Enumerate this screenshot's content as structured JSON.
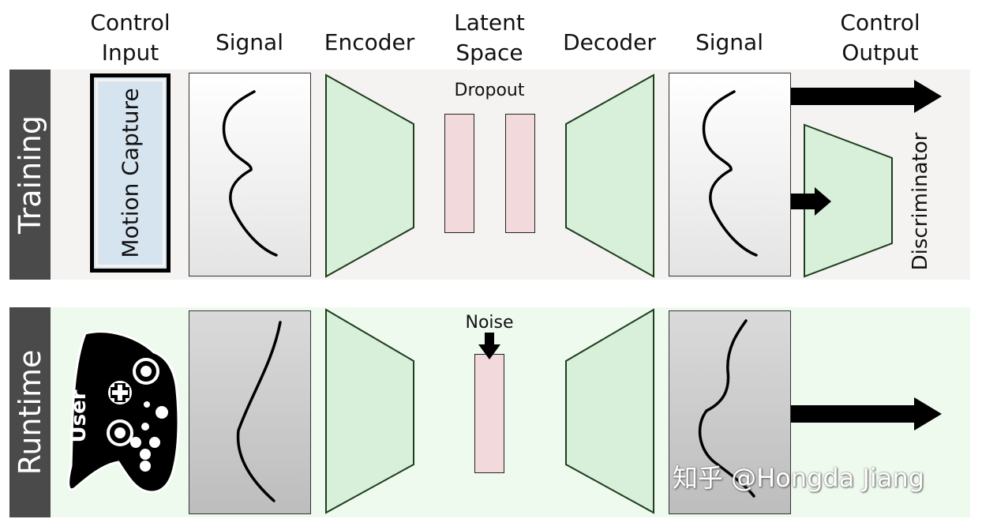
{
  "headers": {
    "control_input": "Control\nInput",
    "signal_left": "Signal",
    "encoder": "Encoder",
    "latent_space": "Latent\nSpace",
    "decoder": "Decoder",
    "signal_right": "Signal",
    "control_output": "Control\nOutput"
  },
  "training": {
    "label": "Training",
    "input_label": "Motion Capture",
    "latent_note": "Dropout",
    "discriminator_label": "Discriminator"
  },
  "runtime": {
    "label": "Runtime",
    "input_label": "User",
    "latent_note": "Noise"
  },
  "watermark": "知乎 @Hongda Jiang",
  "colors": {
    "training_band": "#f4f3f1",
    "runtime_band": "#eefaee",
    "label_strip": "#4a4a4a",
    "trapezoid_fill": "#d8efd9",
    "trapezoid_stroke": "#1e3d1e",
    "latent_fill": "#f2d9dc",
    "mocap_fill": "#d6e4f0"
  },
  "icons": {
    "runtime_input": "gamepad-icon",
    "arrows": "arrow-right-icon"
  }
}
